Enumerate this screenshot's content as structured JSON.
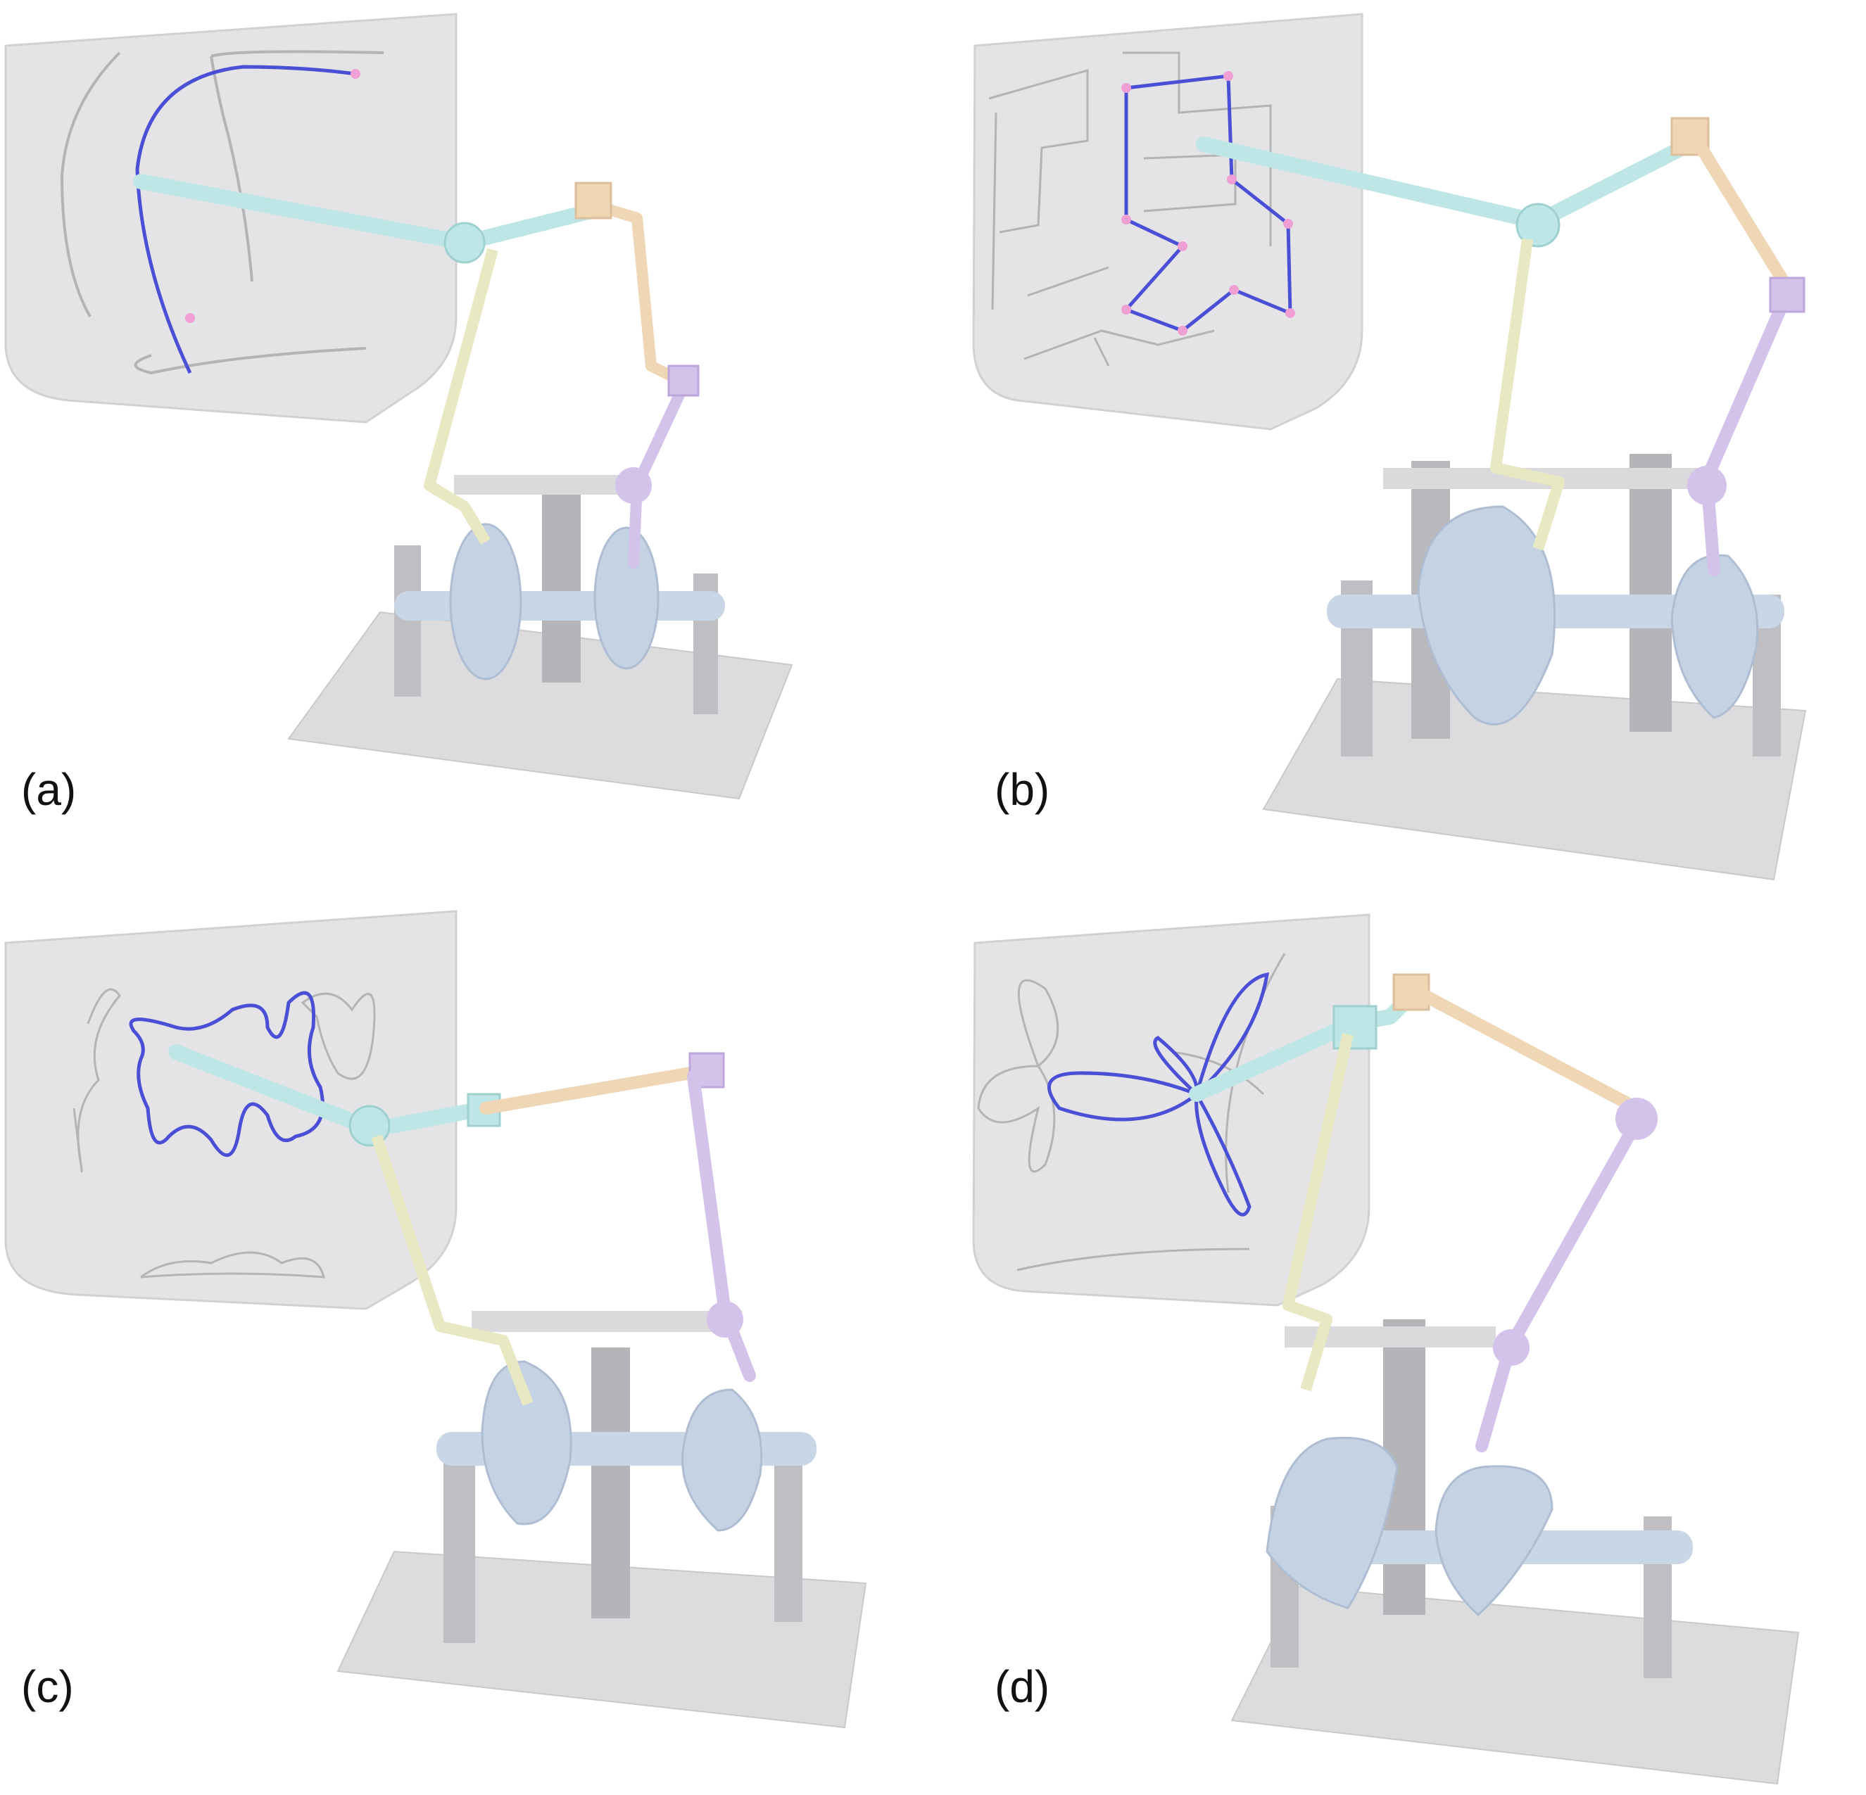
{
  "panels": [
    {
      "label": "(a)"
    },
    {
      "label": "(b)"
    },
    {
      "label": "(c)"
    },
    {
      "label": "(d)"
    }
  ],
  "colors": {
    "wall": "#e3e3e5",
    "wall_edge": "#c9c9cc",
    "shadow_curve": "#a8a8ab",
    "traced_curve": "#4b4fd6",
    "control_point": "#ef9fd4",
    "base": "#dcdcdf",
    "post": "#b9b9bd",
    "axle": "#c9d6e6",
    "cam": "#c4d2e3",
    "link_cyan": "#bfe6e6",
    "link_yellow": "#e8e8c2",
    "link_orange": "#efd6b5",
    "link_purple": "#d3c2ea"
  }
}
